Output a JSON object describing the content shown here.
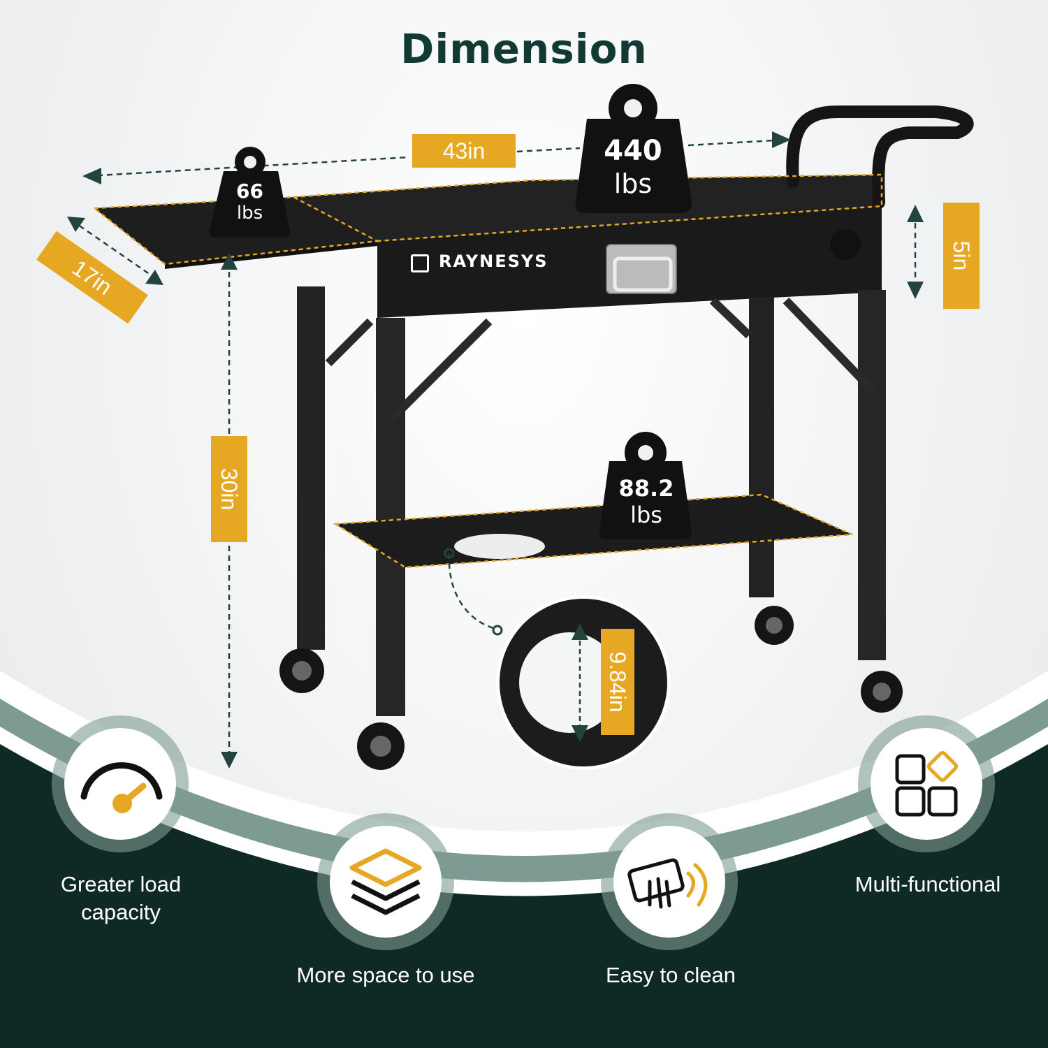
{
  "title": "Dimension",
  "brand": "RAYNESYS",
  "dimensions": {
    "length": "43in",
    "depth": "17in",
    "lip": "5in",
    "height": "30in",
    "hole": "9.84in"
  },
  "weights": {
    "main": {
      "value": "440",
      "unit": "lbs"
    },
    "side": {
      "value": "66",
      "unit": "lbs"
    },
    "shelf": {
      "value": "88.2",
      "unit": "lbs"
    }
  },
  "features": [
    {
      "icon": "gauge-icon",
      "label_line1": "Greater load",
      "label_line2": "capacity"
    },
    {
      "icon": "layers-icon",
      "label": "More space to use"
    },
    {
      "icon": "hand-wipe-icon",
      "label": "Easy to clean"
    },
    {
      "icon": "grid-diamond-icon",
      "label": "Multi-functional"
    }
  ],
  "colors": {
    "accent": "#e6a822",
    "dark_green": "#0f2a25",
    "band_green": "#6b8d83",
    "cart_black": "#1c1c1c"
  }
}
